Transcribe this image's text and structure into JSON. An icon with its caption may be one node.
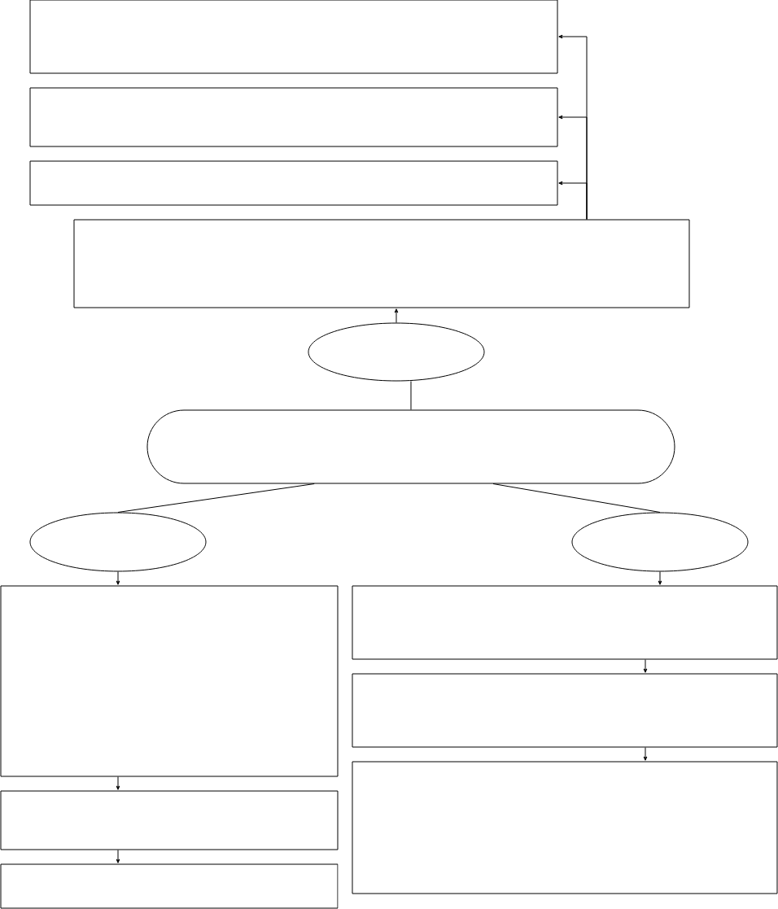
{
  "diagram": {
    "nodes": [
      {
        "text": [],
        "shape": "box"
      },
      {
        "text": [],
        "shape": "box"
      },
      {
        "text": [],
        "shape": "box"
      },
      {
        "text": [],
        "shape": "box"
      },
      {
        "text": [],
        "shape": "ellipse"
      },
      {
        "text": [],
        "shape": "stadium"
      },
      {
        "text": [],
        "shape": "ellipse"
      },
      {
        "text": [],
        "shape": "ellipse"
      },
      {
        "text": [],
        "shape": "box"
      },
      {
        "text": [],
        "shape": "box"
      },
      {
        "text": [],
        "shape": "box"
      },
      {
        "text": [],
        "shape": "box"
      },
      {
        "text": [],
        "shape": "box"
      },
      {
        "text": [],
        "shape": "box"
      }
    ],
    "edges": [
      {
        "from": 3,
        "to": 0,
        "arrow": "to"
      },
      {
        "from": 3,
        "to": 1,
        "arrow": "to"
      },
      {
        "from": 3,
        "to": 2,
        "arrow": "to"
      },
      {
        "from": 4,
        "to": 3,
        "arrow": "to"
      },
      {
        "from": 5,
        "to": 4,
        "arrow": "none"
      },
      {
        "from": 5,
        "to": 6,
        "arrow": "none"
      },
      {
        "from": 5,
        "to": 7,
        "arrow": "none"
      },
      {
        "from": 6,
        "to": 8,
        "arrow": "to"
      },
      {
        "from": 8,
        "to": 9,
        "arrow": "to"
      },
      {
        "from": 9,
        "to": 10,
        "arrow": "to"
      },
      {
        "from": 7,
        "to": 11,
        "arrow": "to"
      },
      {
        "from": 11,
        "to": 12,
        "arrow": "to"
      },
      {
        "from": 12,
        "to": 13,
        "arrow": "to"
      }
    ]
  }
}
